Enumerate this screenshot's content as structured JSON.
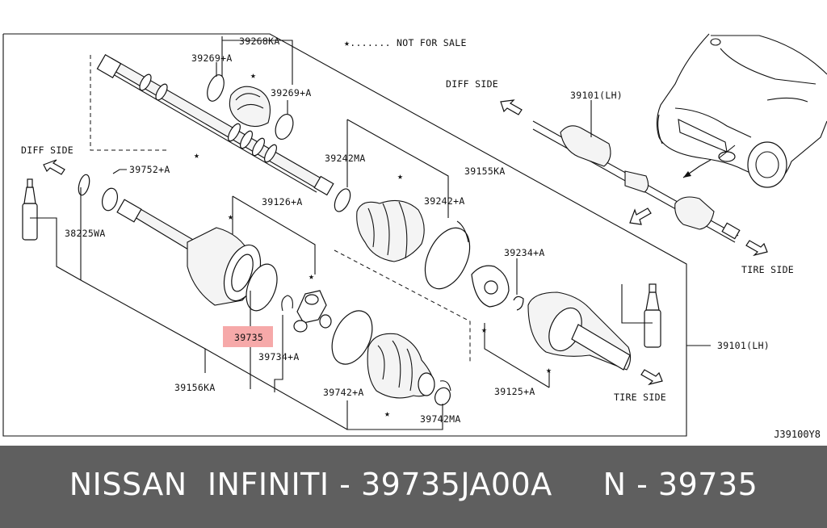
{
  "diagram": {
    "legend": "★....... NOT FOR SALE",
    "diff_side_left": "DIFF SIDE",
    "diff_side_right": "DIFF SIDE",
    "tire_side_top": "TIRE SIDE",
    "tire_side_bottom": "TIRE SIDE",
    "diagram_code": "J39100Y8",
    "highlight_color": "#f6a9a9",
    "labels": {
      "p39268KA": "39268KA",
      "p39269A_1": "39269+A",
      "p39269A_2": "39269+A",
      "p39752A": "39752+A",
      "p38225WA": "38225WA",
      "p39242MA": "39242MA",
      "p39155KA": "39155KA",
      "p39242A": "39242+A",
      "p39126A": "39126+A",
      "p39234A": "39234+A",
      "p39101LH_top": "39101(LH)",
      "p39101LH_right": "39101(LH)",
      "p39735": "39735",
      "p39734A": "39734+A",
      "p39156KA": "39156KA",
      "p39742A": "39742+A",
      "p39742MA": "39742MA",
      "p39125A": "39125+A"
    }
  },
  "footer": {
    "text": "NISSAN  INFINITI - 39735JA00A     N - 39735"
  }
}
